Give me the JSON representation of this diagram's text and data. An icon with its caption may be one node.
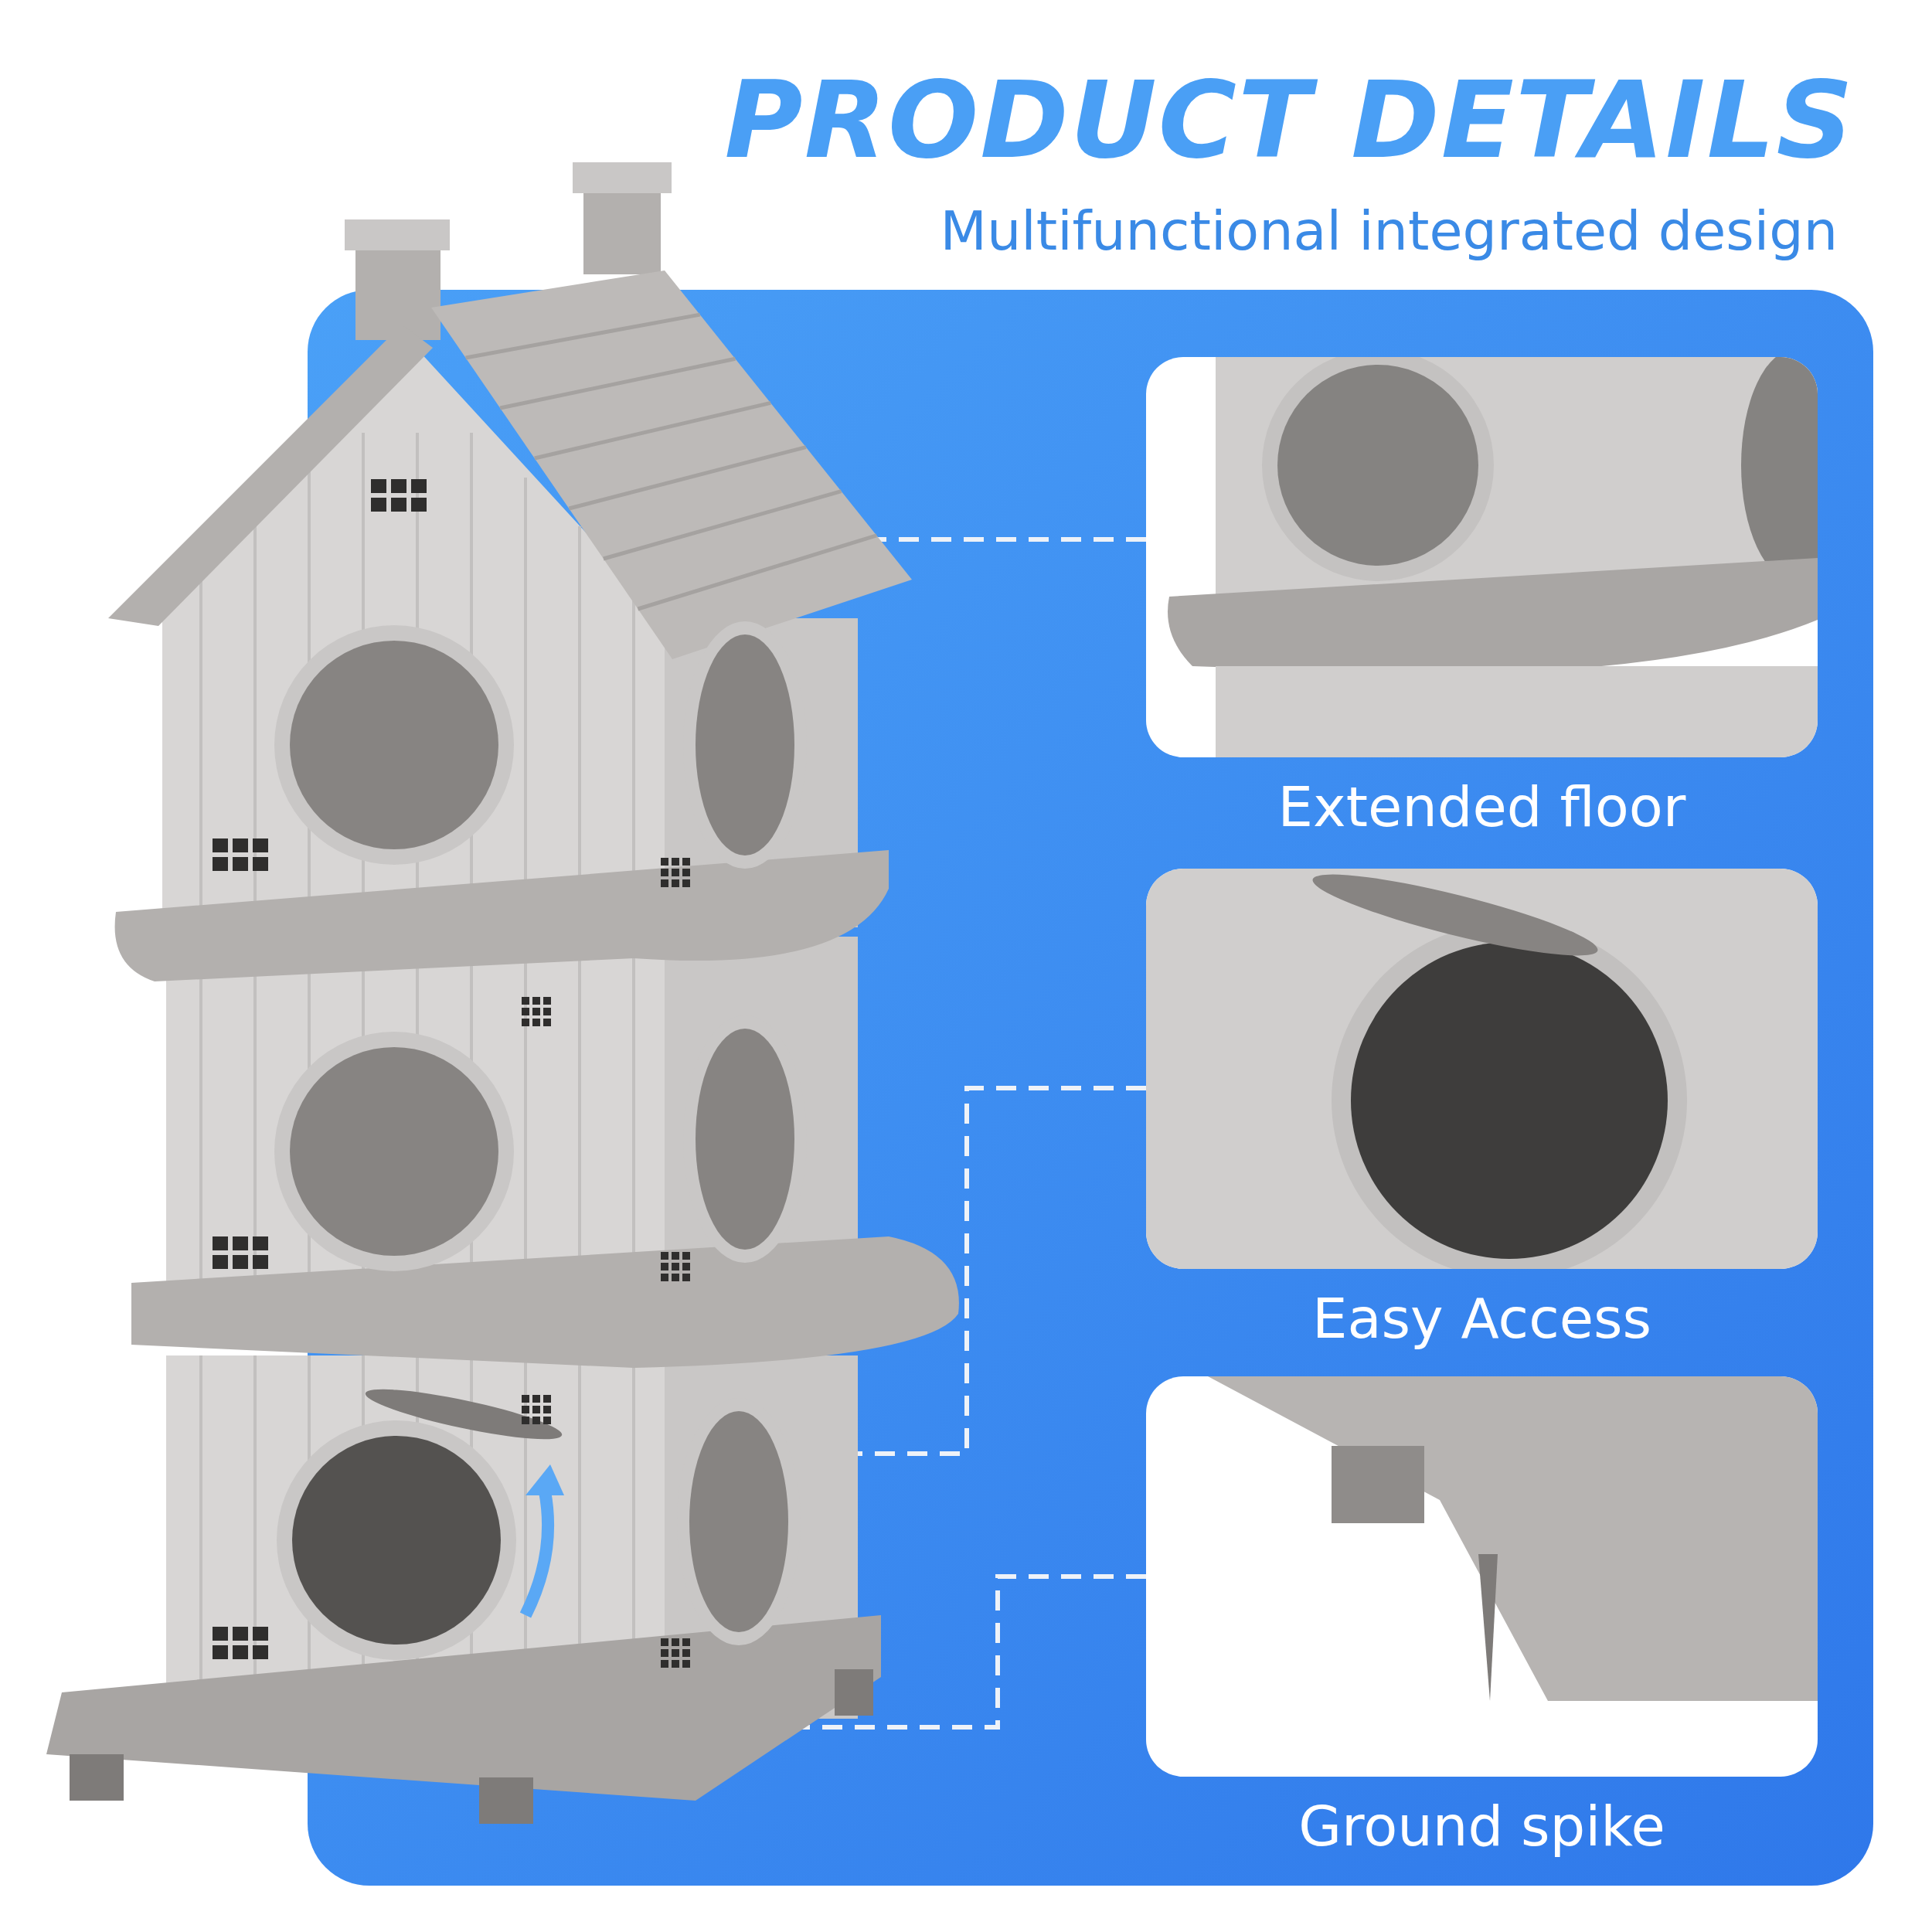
{
  "diagram": {
    "title": "PRODUCT DETAILS",
    "nodes": [
      {
        "text": [],
        "shape": "picture"
      },
      {
        "text": [
          "Extended floor"
        ]
      },
      {
        "text": [
          "Easy Access"
        ]
      },
      {
        "text": [
          "Ground spike"
        ]
      }
    ],
    "edges": [
      {
        "from": 1,
        "to": 0,
        "arrow": "none",
        "style": "dashed"
      },
      {
        "from": 2,
        "to": 0,
        "arrow": "none",
        "style": "dashed"
      },
      {
        "from": 3,
        "to": 0,
        "arrow": "none",
        "style": "dashed"
      }
    ],
    "labels": [
      "Multifunctional integrated design"
    ]
  }
}
